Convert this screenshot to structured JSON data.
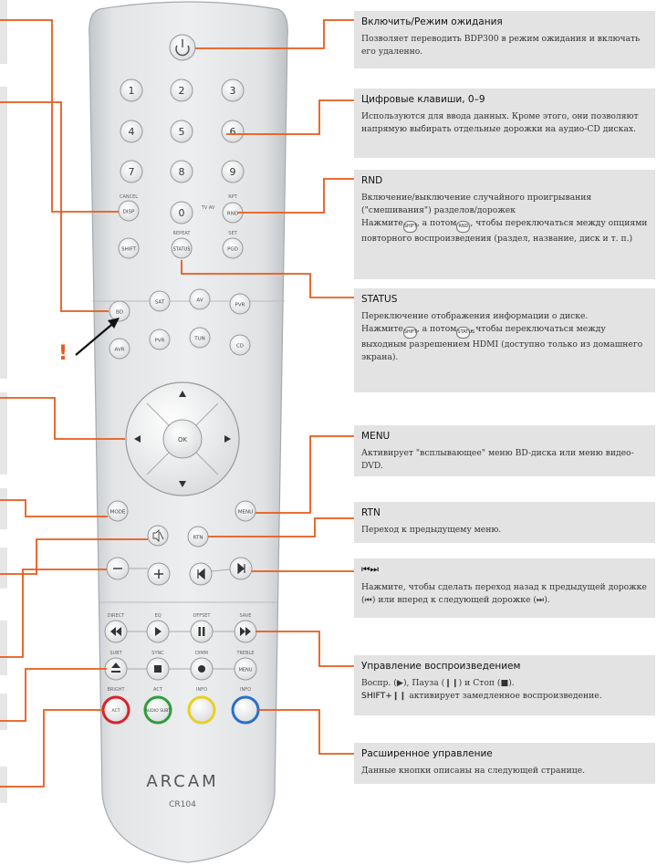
{
  "colors": {
    "accent": "#e85a1a",
    "panel": "#e3e3e3",
    "remote_body": "#d7d9db"
  },
  "remote": {
    "numbers": [
      "1",
      "2",
      "3",
      "4",
      "5",
      "6",
      "7",
      "8",
      "9",
      "0"
    ],
    "labels": {
      "cancel": "CANCEL",
      "disp": "DISP",
      "rnd": "RND",
      "rpt": "RPT",
      "tv_ok": "TV AV",
      "shift": "SHIFT",
      "status": "STATUS",
      "pgd": "PGD",
      "repeat_ab": "REPEAT",
      "set": "SET",
      "bd": "BD",
      "sat": "SAT",
      "av": "AV",
      "pvr": "PVR",
      "avr": "AVR",
      "tuner": "TUN",
      "cd": "CD",
      "ok": "OK",
      "mode": "MODE",
      "menu": "MENU",
      "rtn": "RTN",
      "mute": "MUTE",
      "direct": "DIRECT",
      "eq": "EQ",
      "offset": "OFFSET",
      "save": "SAVE",
      "sync": "SYNC",
      "dimm": "DIMM",
      "treble": "TREBLE",
      "audio_subt": "AUDIO SUBT",
      "bright": "BRIGHT",
      "info": "INFO",
      "subt_label": "SUBT",
      "act": "ACT",
      "brand": "ARCAM",
      "model": "CR104"
    }
  },
  "callouts": [
    {
      "title": "Включить/Режим ожидания",
      "body": "Позволяет переводить BDP300 в режим ожидания и включать его удаленно."
    },
    {
      "title": "Цифровые клавиши, 0–9",
      "body": "Используются для ввода данных. Кроме этого, они позволяют напрямую выбирать отдельные дорожки на аудио-CD дисках."
    },
    {
      "title": "RND",
      "body1": "Включение/выключение случайного проигрывания (\"смешивания\") разделов/дорожек",
      "body2a": "Нажмите",
      "body2b": ", а потом",
      "body2c": ", чтобы переключаться между опциями повторного воспроизведения (раздел, название, диск и т. п.)",
      "icon1": "SHIFT",
      "icon2": "RND"
    },
    {
      "title": "STATUS",
      "body1": "Переключение отображения информации о диске.",
      "body2a": "Нажмите",
      "body2b": ", а потом",
      "body2c": ", чтобы переключаться между выходным разрешением HDMI (доступно только из домашнего экрана).",
      "icon1": "SHIFT",
      "icon2": "STATUS"
    },
    {
      "title": "MENU",
      "body": "Активирует \"всплывающее\" меню BD-диска или меню видео-DVD."
    },
    {
      "title": "RTN",
      "body": "Переход к предыдущему меню."
    },
    {
      "title": "⏮⏭",
      "body1": "Нажмите, чтобы сделать переход назад к предыдущей дорожке (",
      "sym1": "⏮",
      "body2": ") или вперед к следующей дорожке (",
      "sym2": "⏭",
      "body3": ")."
    },
    {
      "title": "Управление воспроизведением",
      "b1": "Воспр. (",
      "s1": "▶",
      "b2": "), Пауза (",
      "s2": "❙❙",
      "b3": ") и Стоп (",
      "s3": "■",
      "b4": ").",
      "line2a": "SHIFT+",
      "line2s": "❙❙",
      "line2b": " активирует замедленное воспроизведение."
    },
    {
      "title": "Расширенное управление",
      "body": "Данные кнопки описаны на следующей странице."
    }
  ],
  "exclamation": "!"
}
